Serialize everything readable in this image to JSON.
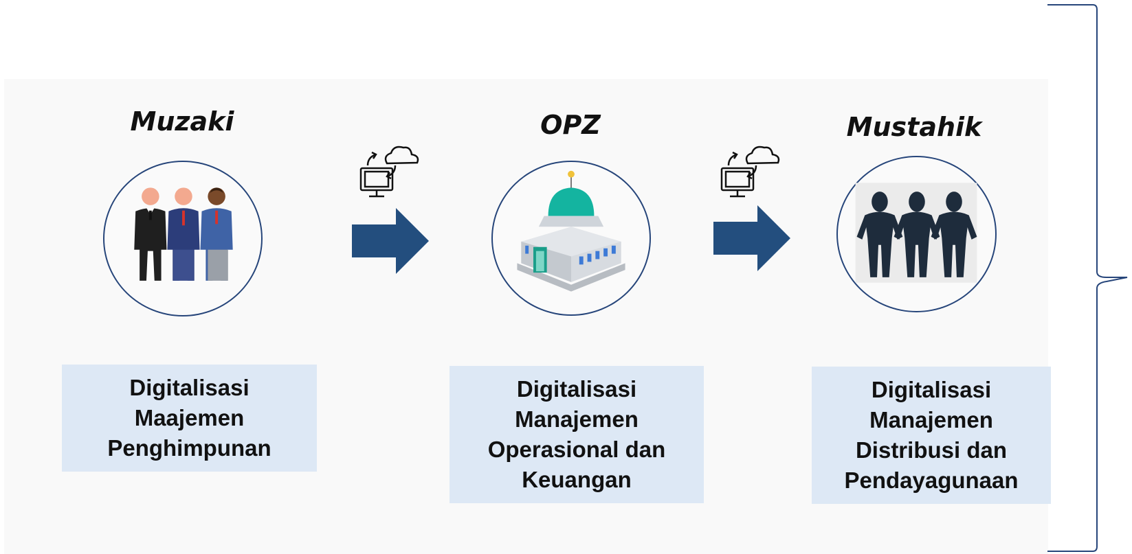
{
  "stages": [
    {
      "title": "Muzaki",
      "box_lines": [
        "Digitalisasi",
        "Maajemen",
        "Penghimpunan"
      ]
    },
    {
      "title": "OPZ",
      "box_lines": [
        "Digitalisasi",
        "Manajemen",
        "Operasional dan",
        "Keuangan"
      ]
    },
    {
      "title": "Mustahik",
      "box_lines": [
        "Digitalisasi",
        "Manajemen",
        "Distribusi dan",
        "Pendayagunaan"
      ]
    }
  ],
  "icons": {
    "muzaki": "businessmen-group-icon",
    "opz": "mosque-building-icon",
    "mustahik": "people-silhouettes-icon",
    "flow": "arrow-right-icon",
    "sync": "computer-cloud-sync-icon"
  },
  "colors": {
    "arrow": "#234e7e",
    "circle_border": "#26457a",
    "box_fill": "#dde8f5",
    "brace": "#26457a"
  }
}
